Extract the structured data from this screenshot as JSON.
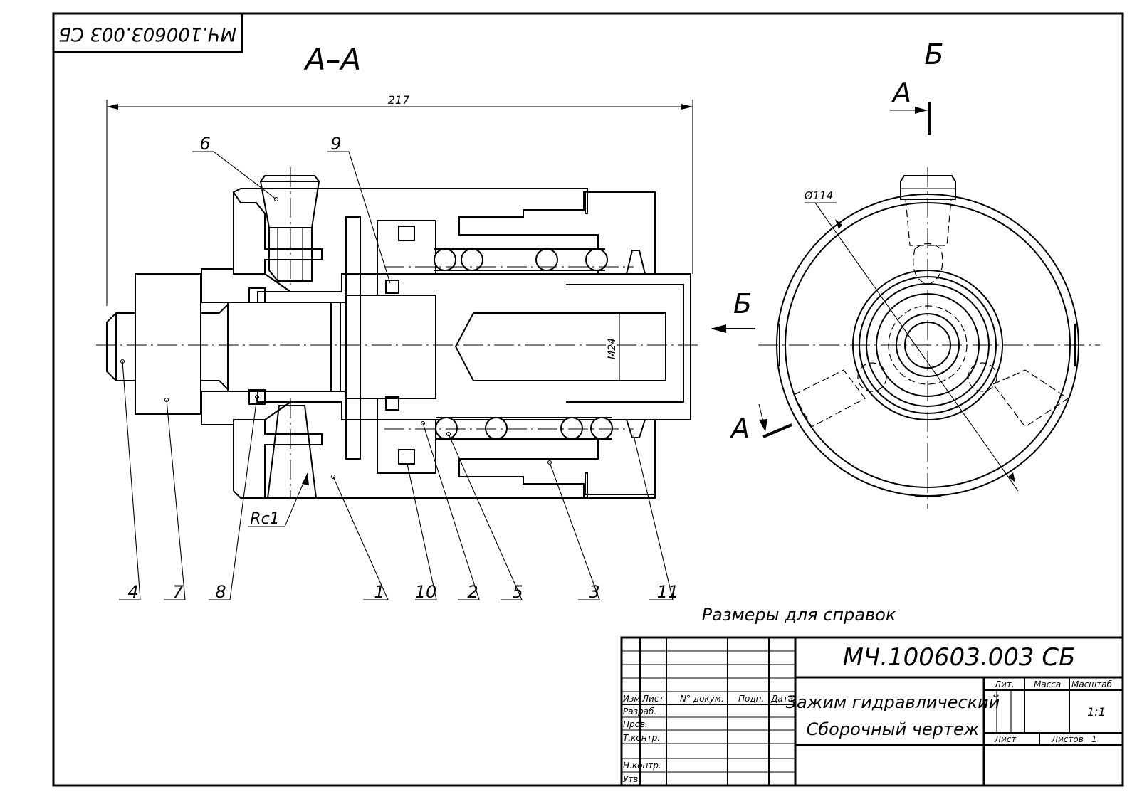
{
  "doc_code": "МЧ.100603.003 СБ",
  "doc_code_rotated": "МЧ.100603.003 СБ",
  "section_label": "А–А",
  "view_label": "Б",
  "cut_label_top": "А",
  "cut_label_bottom": "А",
  "view_arrow_label": "Б",
  "dims": {
    "overall_length": "217",
    "thread": "М24",
    "diameter": "Ø114",
    "port": "Rc1"
  },
  "balloons": [
    "6",
    "9",
    "4",
    "7",
    "8",
    "1",
    "10",
    "2",
    "5",
    "3",
    "11"
  ],
  "note": "Размеры для справок",
  "title_block": {
    "code": "МЧ.100603.003 СБ",
    "name_line1": "Зажим гидравлический",
    "name_line2": "Сборочный чертеж",
    "col_izm": "Изм",
    "col_list": "Лист",
    "col_doc": "N° докум.",
    "col_sign": "Подп.",
    "col_date": "Дата",
    "row_razrab": "Разраб.",
    "row_prov": "Пров.",
    "row_tkontr": "Т.контр.",
    "row_nkontr": "Н.контр.",
    "row_utv": "Утв.",
    "lit": "Лит.",
    "mass": "Масса",
    "scale_label": "Масштаб",
    "scale": "1:1",
    "sheet": "Лист",
    "sheets": "Листов",
    "sheets_count": "1"
  }
}
